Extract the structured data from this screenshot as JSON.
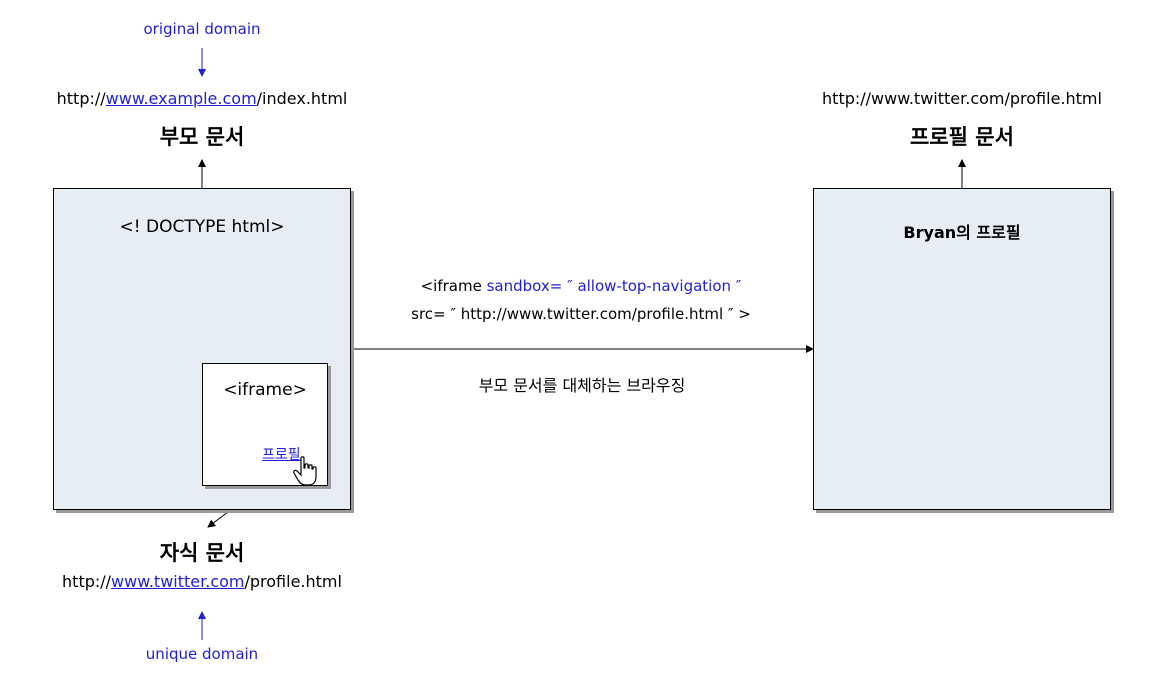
{
  "top_left": {
    "annotation": "original domain",
    "url_prefix": "http://",
    "url_link": "www.example.com",
    "url_suffix": "/index.html",
    "title": "부모 문서"
  },
  "parent_box": {
    "doctype": "<! DOCTYPE html>"
  },
  "iframe_box": {
    "label": "<iframe>",
    "link_label": "프로필"
  },
  "bottom_left": {
    "title": "자식 문서",
    "url_prefix": "http://",
    "url_link": "www.twitter.com",
    "url_suffix": "/profile.html",
    "annotation": "unique domain"
  },
  "middle": {
    "line1_prefix": "<iframe ",
    "line1_attr": "sandbox= ″ allow-top-navigation ″",
    "line2": "src= ″ http://www.twitter.com/profile.html ″ >",
    "caption": "부모 문서를 대체하는 브라우징"
  },
  "right": {
    "url": "http://www.twitter.com/profile.html",
    "title": "프로필 문서",
    "box_title": "Bryan의 프로필"
  },
  "colors": {
    "annotation": "#1f1fd6",
    "box_fill": "#e8ecf3",
    "shadow": "#9a9a9a"
  }
}
